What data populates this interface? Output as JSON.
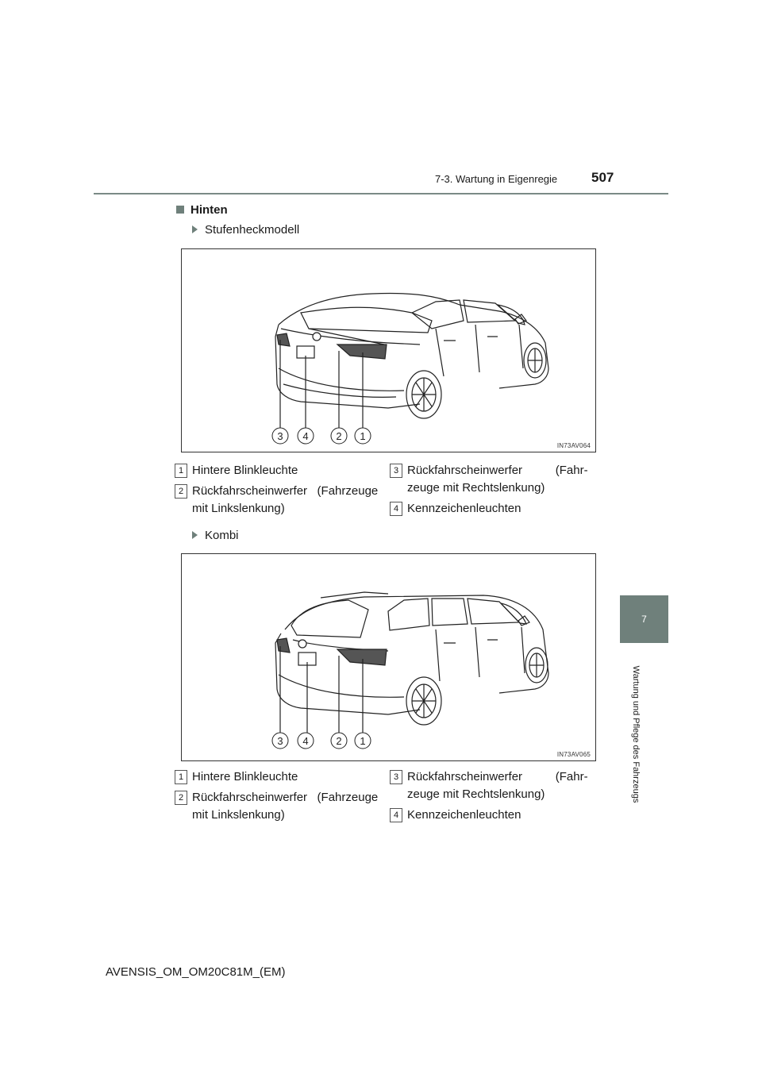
{
  "header": {
    "section": "7-3. Wartung in Eigenregie",
    "page_number": "507"
  },
  "side_tab": {
    "chapter_number": "7",
    "chapter_title": "Wartung und Pflege des Fahrzeugs"
  },
  "section": {
    "heading": "Hinten"
  },
  "variants": [
    {
      "label": "Stufenheckmodell",
      "figure_code": "IN73AV064",
      "callouts": [
        "3",
        "4",
        "2",
        "1"
      ],
      "legend": [
        {
          "num": "1",
          "text": "Hintere Blinkleuchte"
        },
        {
          "num": "2",
          "text_line1": "Rückfahrscheinwerfer   (Fahrzeuge",
          "text_line2": "mit Linkslenkung)"
        },
        {
          "num": "3",
          "text_line1": "Rückfahrscheinwerfer          (Fahr-",
          "text_line2": "zeuge mit Rechtslenkung)"
        },
        {
          "num": "4",
          "text": "Kennzeichenleuchten"
        }
      ]
    },
    {
      "label": "Kombi",
      "figure_code": "IN73AV065",
      "callouts": [
        "3",
        "4",
        "2",
        "1"
      ],
      "legend": [
        {
          "num": "1",
          "text": "Hintere Blinkleuchte"
        },
        {
          "num": "2",
          "text_line1": "Rückfahrscheinwerfer   (Fahrzeuge",
          "text_line2": "mit Linkslenkung)"
        },
        {
          "num": "3",
          "text_line1": "Rückfahrscheinwerfer          (Fahr-",
          "text_line2": "zeuge mit Rechtslenkung)"
        },
        {
          "num": "4",
          "text": "Kennzeichenleuchten"
        }
      ]
    }
  ],
  "footer": {
    "doc_code": "AVENSIS_OM_OM20C81M_(EM)"
  }
}
